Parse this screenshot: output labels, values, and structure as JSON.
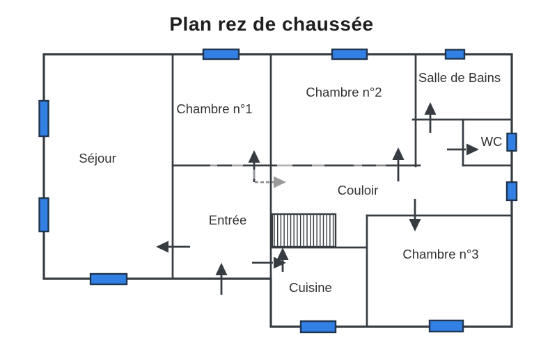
{
  "title": "Plan rez de chaussée",
  "rooms": {
    "sejour": {
      "label": "Séjour"
    },
    "chambre1": {
      "label": "Chambre n°1"
    },
    "chambre2": {
      "label": "Chambre n°2"
    },
    "salle_de_bains": {
      "label": "Salle de Bains"
    },
    "wc": {
      "label": "WC"
    },
    "couloir": {
      "label": "Couloir"
    },
    "entree": {
      "label": "Entrée"
    },
    "cuisine": {
      "label": "Cuisine"
    },
    "chambre3": {
      "label": "Chambre n°3"
    }
  },
  "colors": {
    "background": "#ffffff",
    "wall": "#373c42",
    "window_fill": "#3380e4",
    "window_border": "#20354f",
    "arrow": "#373c42",
    "faded_arrow": "#9a9a9a",
    "title_text": "#1e1e1e",
    "label_text": "#323232"
  },
  "features": {
    "window_count": 10,
    "door_arrow_count": 9,
    "staircase_present": true
  }
}
